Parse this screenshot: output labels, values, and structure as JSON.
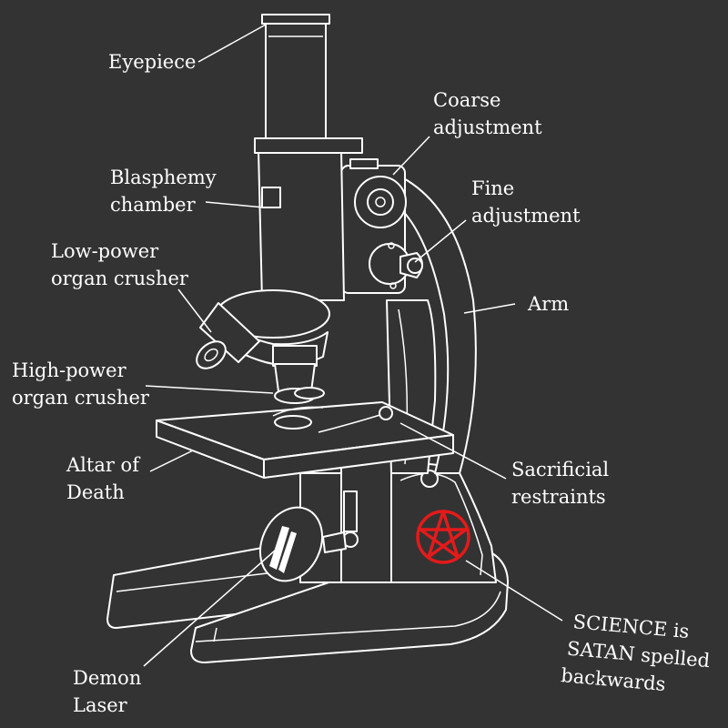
{
  "labels": {
    "eyepiece": "Eyepiece",
    "coarse_1": "Coarse",
    "coarse_2": "adjustment",
    "fine_1": "Fine",
    "fine_2": "adjustment",
    "blasphemy_1": "Blasphemy",
    "blasphemy_2": "chamber",
    "lowpower_1": "Low-power",
    "lowpower_2": "organ crusher",
    "arm": "Arm",
    "highpower_1": "High-power",
    "highpower_2": "organ crusher",
    "altar_1": "Altar of",
    "altar_2": "Death",
    "sacrificial_1": "Sacrificial",
    "sacrificial_2": "restraints",
    "science_1": "SCIENCE is",
    "science_2": "SATAN spelled",
    "science_3": "backwards",
    "demon_1": "Demon",
    "demon_2": "Laser"
  },
  "colors": {
    "background": "#333333",
    "ink": "#ffffff",
    "pentagram": "#e41a1a"
  }
}
